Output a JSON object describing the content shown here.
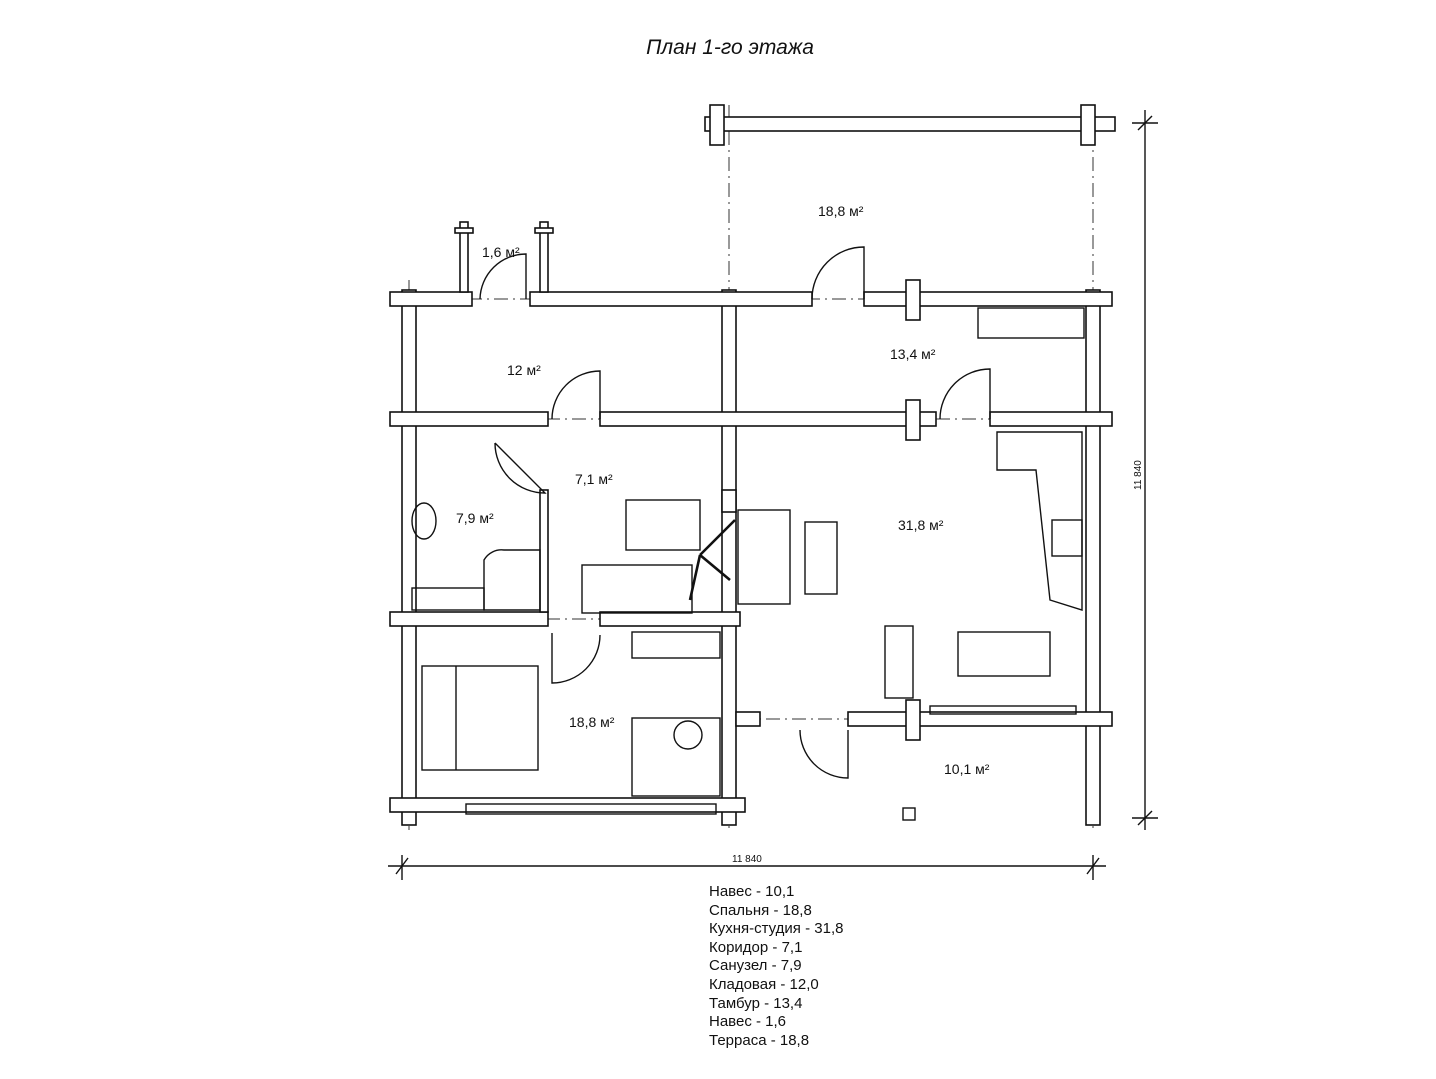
{
  "title": "План 1-го этажа",
  "rooms": [
    {
      "area": "18,8 м²",
      "name": "terrace"
    },
    {
      "area": "1,6 м²",
      "name": "small-canopy"
    },
    {
      "area": "12 м²",
      "name": "storage"
    },
    {
      "area": "13,4 м²",
      "name": "vestibule"
    },
    {
      "area": "7,1 м²",
      "name": "corridor"
    },
    {
      "area": "7,9 м²",
      "name": "bathroom"
    },
    {
      "area": "31,8 м²",
      "name": "kitchen-studio"
    },
    {
      "area": "18,8 м²",
      "name": "bedroom"
    },
    {
      "area": "10,1 м²",
      "name": "canopy"
    }
  ],
  "dimensions": {
    "width": "11 840",
    "height": "11 840"
  },
  "legend": [
    "Навес - 10,1",
    "Спальня - 18,8",
    "Кухня-студия - 31,8",
    "Коридор - 7,1",
    "Санузел - 7,9",
    "Кладовая - 12,0",
    "Тамбур - 13,4",
    "Навес - 1,6",
    "Терраса - 18,8"
  ]
}
